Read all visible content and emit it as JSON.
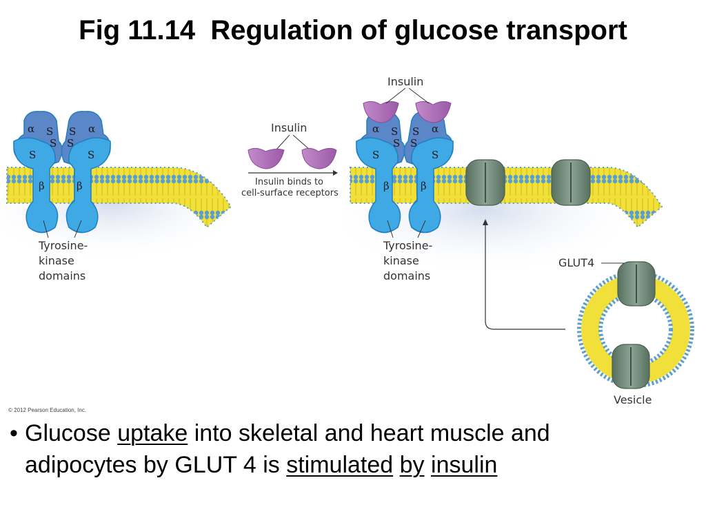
{
  "title": "Fig 11.14  Regulation of glucose transport",
  "diagram": {
    "insulin_label_left": "Insulin",
    "insulin_label_right": "Insulin",
    "arrow_caption_1": "Insulin binds to",
    "arrow_caption_2": "cell-surface receptors",
    "alpha": "α",
    "beta": "β",
    "s": "S",
    "tk_left": [
      "Tyrosine-",
      "kinase",
      "domains"
    ],
    "tk_right": [
      "Tyrosine-",
      "kinase",
      "domains"
    ],
    "glut4_label": "GLUT4",
    "vesicle_label": "Vesicle",
    "colors": {
      "receptor": "#3fa9e6",
      "receptor_alpha": "#5b86c8",
      "insulin": "#b06fb6",
      "lipid_yellow": "#f2e03a",
      "lipid_blue": "#5a9fd0",
      "glut4": "#6f877a"
    }
  },
  "copyright": "© 2012 Pearson Education, Inc.",
  "bullet": {
    "glyph": "•",
    "t1": "Glucose ",
    "u1": "uptake",
    "t2": " into skeletal and heart muscle and",
    "t3": "adipocytes by GLUT 4 is ",
    "u2": "stimulated",
    "t4": " ",
    "u3": "by",
    "t5": " ",
    "u4": "insulin"
  }
}
